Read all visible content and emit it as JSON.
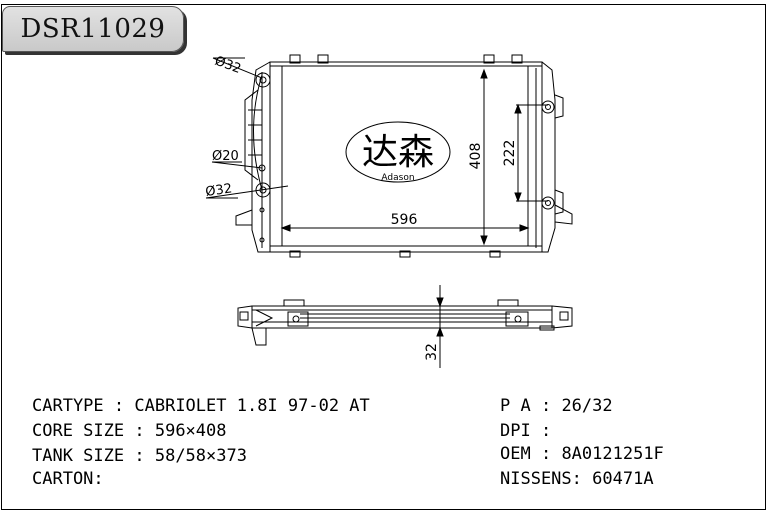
{
  "part_number": "DSR11029",
  "logo": {
    "chinese": "达森",
    "latin": "Adason"
  },
  "dimensions": {
    "inlet_diameter": "Ø32",
    "small_diameter": "Ø20",
    "outlet_diameter": "Ø32",
    "core_width": "596",
    "core_height": "408",
    "bracket_spacing": "222",
    "thickness": "32"
  },
  "specs_left": [
    {
      "label": "CARTYPE",
      "sep": " : ",
      "value": "CABRIOLET 1.8I 97-02 AT"
    },
    {
      "label": "CORE SIZE",
      "sep": " : ",
      "value": "596×408"
    },
    {
      "label": "TANK SIZE",
      "sep": " : ",
      "value": "58/58×373"
    },
    {
      "label": "CARTON",
      "sep": ":",
      "value": ""
    }
  ],
  "specs_right": [
    {
      "label": "P A",
      "sep": " : ",
      "value": "26/32"
    },
    {
      "label": "DPI",
      "sep": " : ",
      "value": ""
    },
    {
      "label": "OEM",
      "sep": " : ",
      "value": "8A0121251F"
    },
    {
      "label": "NISSENS",
      "sep": ": ",
      "value": "60471A"
    }
  ]
}
